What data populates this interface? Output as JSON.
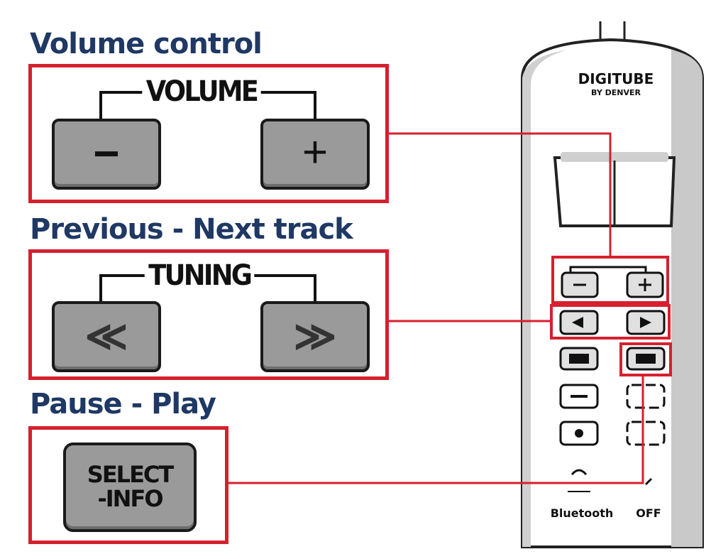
{
  "sections": {
    "volume": {
      "heading": "Volume control",
      "bracket_label": "VOLUME",
      "minus_symbol": "−",
      "plus_symbol": "+"
    },
    "tracks": {
      "heading": "Previous - Next track",
      "bracket_label": "TUNING",
      "prev_symbol": "≪",
      "next_symbol": "≫"
    },
    "playback": {
      "heading": "Pause - Play",
      "button_line1": "SELECT",
      "button_line2": "-INFO"
    }
  },
  "remote": {
    "brand_line1": "DIGITUBE",
    "brand_line2": "BY DENVER",
    "bottom_left": "Bluetooth",
    "bottom_right": "OFF"
  },
  "colors": {
    "highlight": "#d6202e",
    "heading": "#1f3864",
    "button_fill": "#9a9a9a"
  }
}
